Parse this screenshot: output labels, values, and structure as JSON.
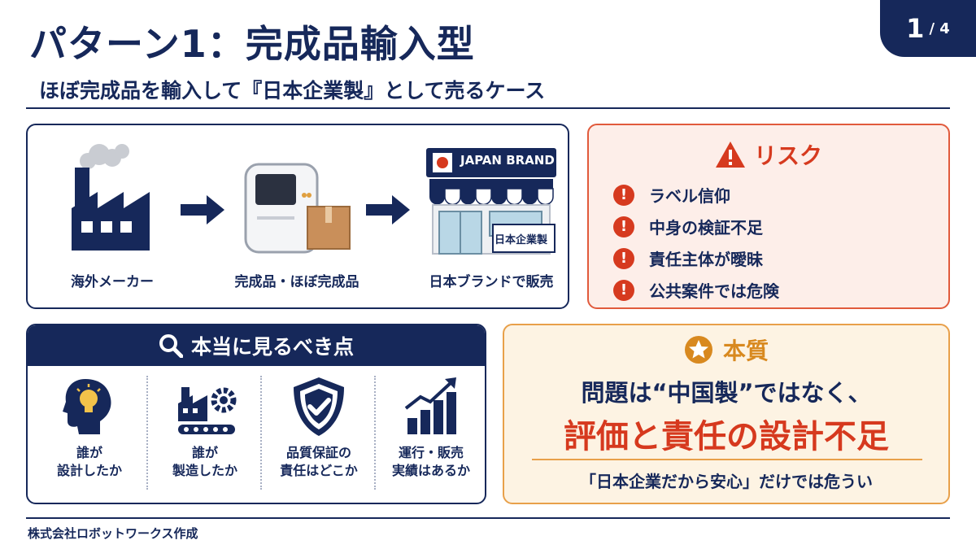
{
  "header": {
    "title": "パターン1：完成品輸入型",
    "subtitle": "ほぼ完成品を輸入して『日本企業製』として売るケース",
    "page_current": "1",
    "page_total": "/ 4"
  },
  "flow": {
    "steps": [
      {
        "label": "海外メーカー",
        "icon": "factory-icon"
      },
      {
        "label": "完成品・ほぼ完成品",
        "icon": "machine-with-box-icon"
      },
      {
        "label": "日本ブランドで販売",
        "icon": "store-icon"
      }
    ],
    "store_sign": "JAPAN BRAND",
    "store_board": "日本企業製"
  },
  "risk": {
    "heading": "リスク",
    "items": [
      "ラベル信仰",
      "中身の検証不足",
      "責任主体が曖昧",
      "公共案件では危険"
    ],
    "color": "#d63a1f"
  },
  "points": {
    "heading": "本当に見るべき点",
    "items": [
      {
        "line1": "誰が",
        "line2": "設計したか",
        "icon": "lightbulb-head-icon"
      },
      {
        "line1": "誰が",
        "line2": "製造したか",
        "icon": "factory-gear-icon"
      },
      {
        "line1": "品質保証の",
        "line2": "責任はどこか",
        "icon": "shield-check-icon"
      },
      {
        "line1": "運行・販売",
        "line2": "実績はあるか",
        "icon": "growth-chart-icon"
      }
    ]
  },
  "essence": {
    "heading": "本質",
    "line1": "問題は“中国製”ではなく、",
    "line2": "評価と責任の設計不足",
    "line3": "「日本企業だから安心」だけでは危うい"
  },
  "footer": {
    "credit": "株式会社ロボットワークス作成"
  },
  "colors": {
    "navy": "#16285a",
    "red": "#d63a1f",
    "orange": "#e8a04a"
  }
}
